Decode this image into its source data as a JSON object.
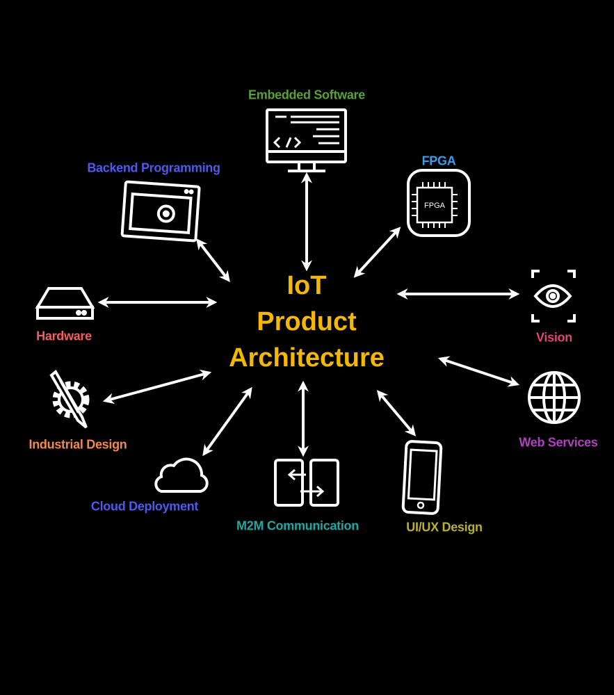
{
  "center": {
    "line1": "IoT",
    "line2": "Product",
    "line3": "Architecture",
    "color": "#f5b800"
  },
  "nodes": {
    "embedded_software": {
      "label": "Embedded Software",
      "color": "#5aa03a",
      "icon": "monitor-code-icon"
    },
    "backend_programming": {
      "label": "Backend Programming",
      "color": "#4f5ae8",
      "icon": "browser-gear-icon"
    },
    "fpga": {
      "label": "FPGA",
      "color": "#3d9be9",
      "icon": "chip-icon",
      "icon_text": "FPGA"
    },
    "hardware": {
      "label": "Hardware",
      "color": "#f06060",
      "icon": "hard-drive-icon"
    },
    "vision": {
      "label": "Vision",
      "color": "#e0447a",
      "icon": "eye-scan-icon"
    },
    "industrial_design": {
      "label": "Industrial Design",
      "color": "#f08a50",
      "icon": "gear-pencil-icon"
    },
    "web_services": {
      "label": "Web Services",
      "color": "#b040c0",
      "icon": "globe-icon"
    },
    "cloud_deployment": {
      "label": "Cloud Deployment",
      "color": "#4f5ae8",
      "icon": "cloud-icon"
    },
    "m2m_communication": {
      "label": "M2M Communication",
      "color": "#20a8a0",
      "icon": "phones-transfer-icon"
    },
    "uiux_design": {
      "label": "UI/UX Design",
      "color": "#b8b030",
      "icon": "smartphone-icon"
    }
  }
}
